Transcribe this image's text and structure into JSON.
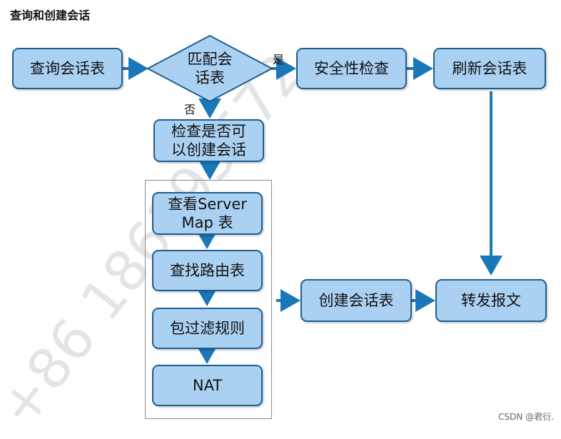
{
  "title": "查询和创建会话",
  "nodes": {
    "query": "查询会话表",
    "match_line1": "匹配会",
    "match_line2": "话表",
    "security": "安全性检查",
    "refresh": "刷新会话表",
    "check_line1": "检查是否可",
    "check_line2": "以创建会话",
    "server_map_line1": "查看Server",
    "server_map_line2": "Map 表",
    "route": "查找路由表",
    "filter": "包过滤规则",
    "nat": "NAT",
    "create": "创建会话表",
    "forward": "转发报文"
  },
  "edge_labels": {
    "yes": "是",
    "no": "否"
  },
  "watermark": "+86 186195572",
  "credit": "CSDN @君衍.",
  "colors": {
    "box_fill": "#abd1f2",
    "box_border": "#1f5d8e",
    "arrow": "#1a78b8"
  }
}
